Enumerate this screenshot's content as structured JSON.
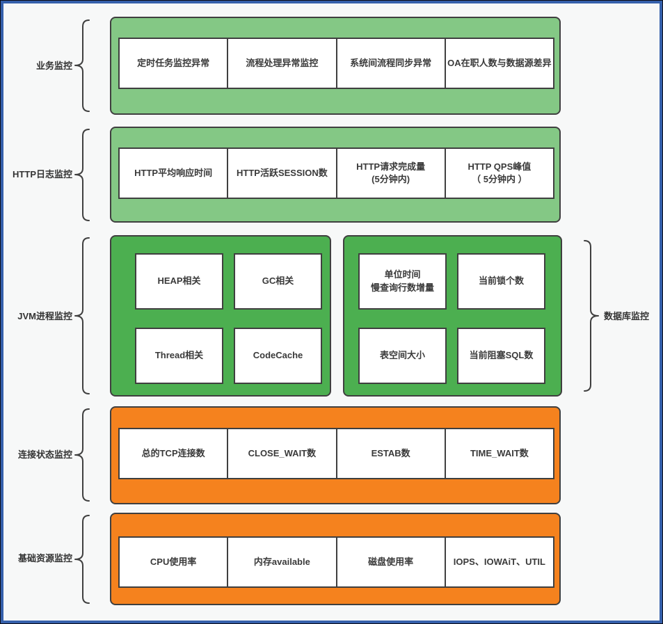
{
  "frame": {
    "border_color": "#3560ab",
    "background": "#f7f8f8"
  },
  "colors": {
    "light_green": "#84c885",
    "dark_green": "#4caf50",
    "orange": "#f5821e",
    "box_border": "#3f3f3f",
    "box_fill": "#ffffff",
    "text": "#3a3a3a"
  },
  "groups": {
    "business": {
      "label": "业务监控",
      "items": [
        "定时任务监控异常",
        "流程处理异常监控",
        "系统间流程同步异常",
        "OA在职人数与数据源差异"
      ]
    },
    "http_log": {
      "label": "HTTP日志监控",
      "items": [
        "HTTP平均响应时间",
        "HTTP活跃SESSION数",
        "HTTP请求完成量\n(5分钟内)",
        "HTTP QPS峰值\n（ 5分钟内 ）"
      ]
    },
    "jvm": {
      "label": "JVM进程监控",
      "items": [
        "HEAP相关",
        "GC相关",
        "Thread相关",
        "CodeCache"
      ]
    },
    "database": {
      "label": "数据库监控",
      "items": [
        "单位时间\n慢查询行数增量",
        "当前锁个数",
        "表空间大小",
        "当前阻塞SQL数"
      ]
    },
    "connection": {
      "label": "连接状态监控",
      "items": [
        "总的TCP连接数",
        "CLOSE_WAIT数",
        "ESTAB数",
        "TIME_WAIT数"
      ]
    },
    "resource": {
      "label": "基础资源监控",
      "items": [
        "CPU使用率",
        "内存available",
        "磁盘使用率",
        "IOPS、IOWAiT、UTIL"
      ]
    }
  }
}
